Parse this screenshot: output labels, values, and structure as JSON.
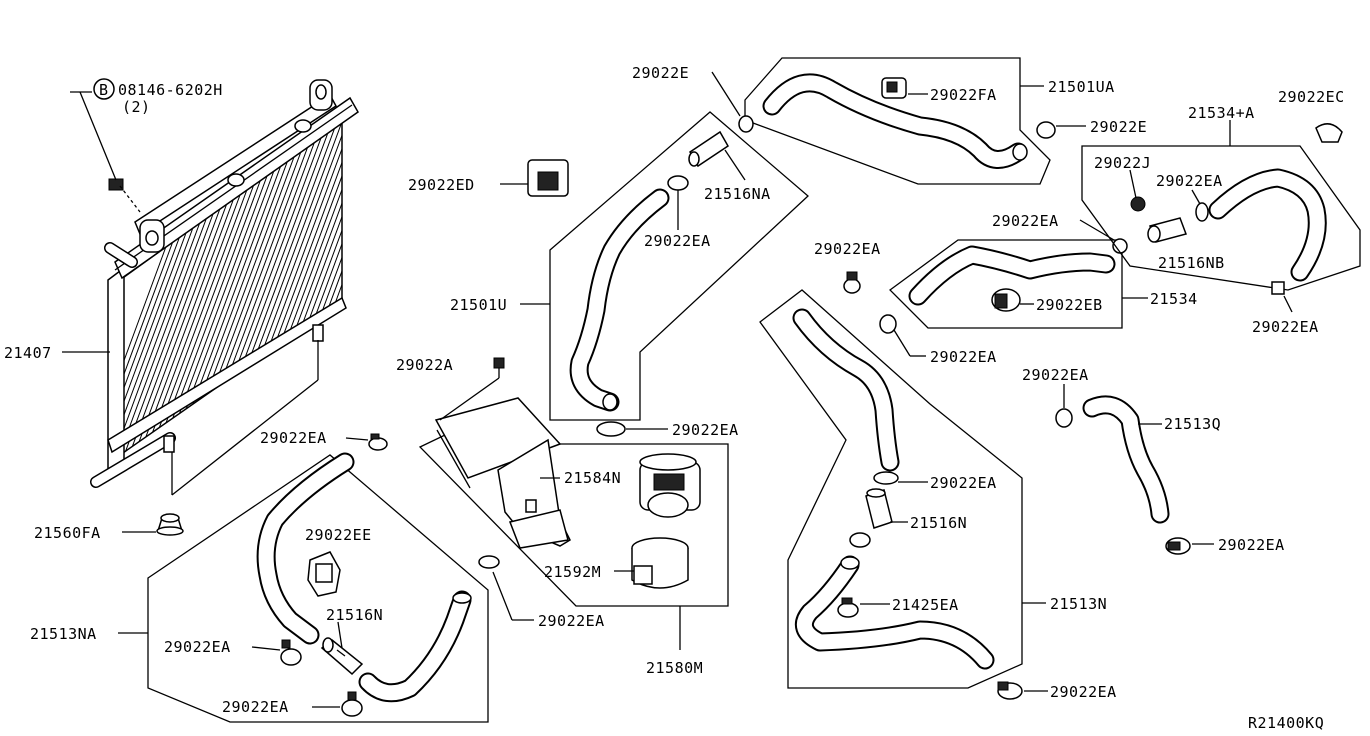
{
  "diagram_code": "R21400KQ",
  "labels": {
    "bolt_circle": "B",
    "bolt_part": "08146-6202H",
    "bolt_qty": "(2)",
    "radiator": "21407",
    "mount_rubber": "21560FA",
    "clamp_ea_a": "29022EA",
    "hose_21513NA": "21513NA",
    "clip_ee": "29022EE",
    "pipe_21516N_left": "21516N",
    "clamp_ea_b": "29022EA",
    "clamp_ea_c": "29022EA",
    "bolt_a": "29022A",
    "bracket": "21584N",
    "pump_bracket": "21592M",
    "clamp_ea_d": "29022EA",
    "pump_assy": "21580M",
    "clamp_ea_e": "29022EA",
    "clip_ed": "29022ED",
    "clip_e_top": "29022E",
    "pipe_21516NA": "21516NA",
    "clamp_ea_f": "29022EA",
    "hose_21501U": "21501U",
    "clamp_fa": "29022FA",
    "hose_21501UA": "21501UA",
    "clip_e_right": "29022E",
    "clamp_ea_g": "29022EA",
    "clamp_ea_h": "29022EA",
    "hose_21513N": "21513N",
    "clamp_ea_i": "29022EA",
    "pipe_21516N_mid": "21516N",
    "clamp_21425EA": "21425EA",
    "clamp_ea_j": "29022EA",
    "clamp_ea_k": "29022EA",
    "hose_21534": "21534",
    "clamp_eb": "29022EB",
    "hose_21534A": "21534+A",
    "clip_j": "29022J",
    "clamp_ea_l": "29022EA",
    "pipe_21516NB": "21516NB",
    "clip_ec": "29022EC",
    "clamp_ea_m": "29022EA",
    "clamp_ea_n": "29022EA",
    "hose_21513Q": "21513Q",
    "clamp_ea_o": "29022EA"
  }
}
